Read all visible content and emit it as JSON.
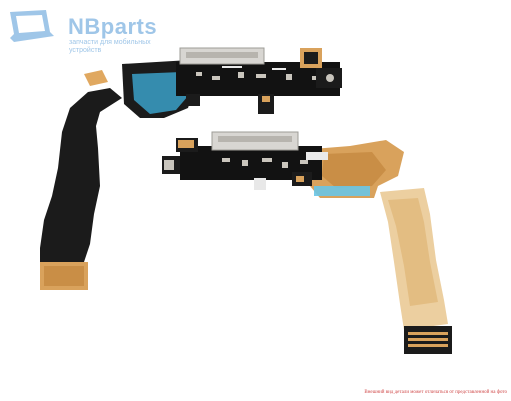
{
  "brand": {
    "name": "NBparts",
    "tagline": "запчасти для мобильных устройств"
  },
  "disclaimer": "Внешний вид детали может отличаться от представленной на фото",
  "colors": {
    "brand_blue": "#9fc6e8",
    "disclaimer_red": "#d04a4a",
    "flex_black": "#1b1b1b",
    "flex_orange": "#d9a25c",
    "connector_silver": "#d8d6d2"
  }
}
